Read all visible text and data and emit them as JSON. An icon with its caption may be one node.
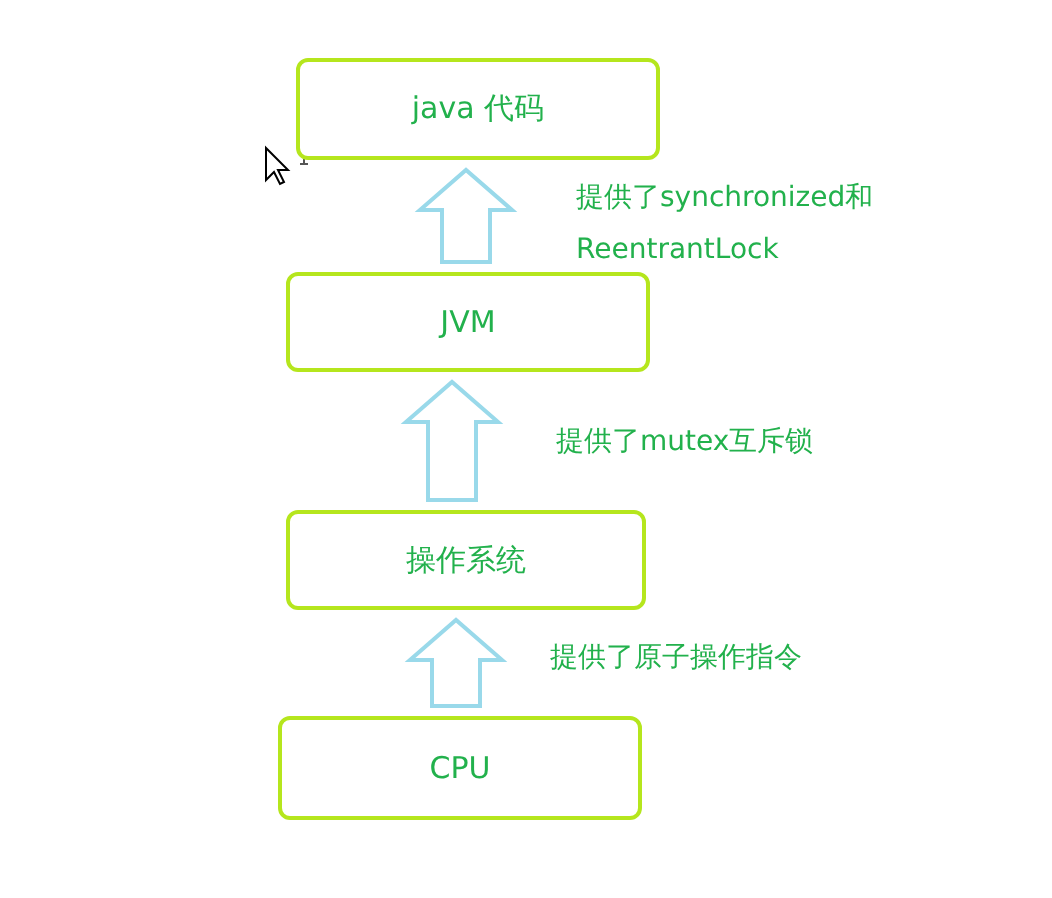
{
  "diagram": {
    "nodes": [
      {
        "text": [
          "java 代码"
        ]
      },
      {
        "text": [
          "JVM"
        ]
      },
      {
        "text": [
          "操作系统"
        ]
      },
      {
        "text": [
          "CPU"
        ]
      }
    ],
    "edges": [
      {
        "from": 3,
        "to": 2,
        "arrow": "to",
        "label": "提供了原子操作指令"
      },
      {
        "from": 2,
        "to": 1,
        "arrow": "to",
        "label": "提供了mutex互斥锁"
      },
      {
        "from": 1,
        "to": 0,
        "arrow": "to",
        "label": "提供了synchronized和 ReentrantLock"
      }
    ]
  }
}
